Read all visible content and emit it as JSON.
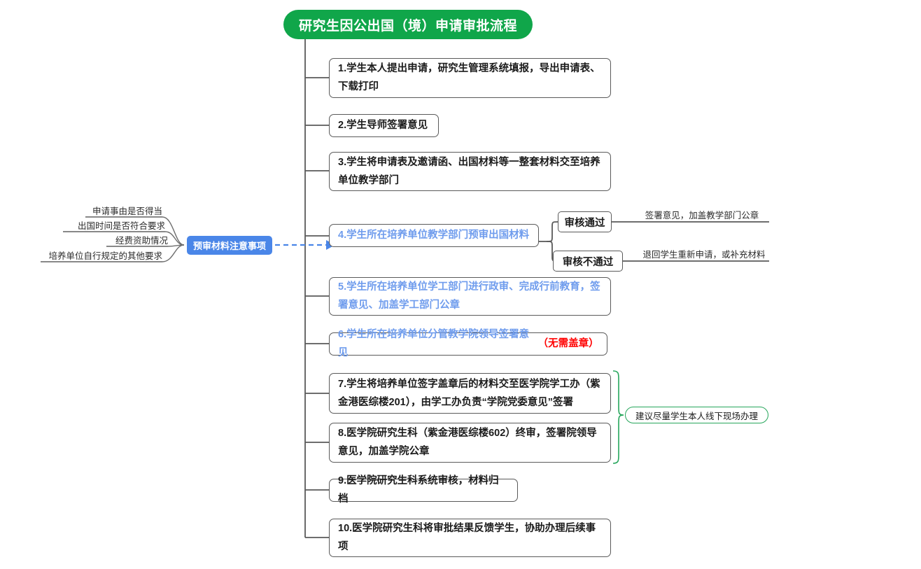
{
  "diagram": {
    "title": "研究生因公出国（境）申请审批流程",
    "title_color": "#10a64a",
    "accent_blue": "#4a86e8",
    "blue_text": "#6f9ced",
    "red_text": "#ff0000",
    "green_accent": "#26a65b",
    "line_color": "#5a5a5a"
  },
  "steps": [
    {
      "id": "step-1",
      "text": "1.学生本人提出申请，研究生管理系统填报，导出申请表、下载打印",
      "style": "plain"
    },
    {
      "id": "step-2",
      "text": "2.学生导师签署意见",
      "style": "plain"
    },
    {
      "id": "step-3",
      "text": "3.学生将申请表及邀请函、出国材料等一整套材料交至培养单位教学部门",
      "style": "plain"
    },
    {
      "id": "step-4",
      "text": "4.学生所在培养单位教学部门预审出国材料",
      "style": "blue"
    },
    {
      "id": "step-5",
      "text": "5.学生所在培养单位学工部门进行政审、完成行前教育，签署意见、加盖学工部门公章",
      "style": "blue"
    },
    {
      "id": "step-6",
      "text": "6.学生所在培养单位分管教学院领导签署意见",
      "suffix": "（无需盖章）",
      "style": "blue-with-red"
    },
    {
      "id": "step-7",
      "text": "7.学生将培养单位签字盖章后的材料交至医学院学工办（紫金港医综楼201），由学工办负责“学院党委意见”签署",
      "style": "plain"
    },
    {
      "id": "step-8",
      "text": "8.医学院研究生科（紫金港医综楼602）终审，签署院领导意见，加盖学院公章",
      "style": "plain"
    },
    {
      "id": "step-9",
      "text": "9.医学院研究生科系统审核，材料归档",
      "style": "plain"
    },
    {
      "id": "step-10",
      "text": "10.医学院研究生科将审批结果反馈学生，协助办理后续事项",
      "style": "plain"
    }
  ],
  "decisions": [
    {
      "id": "decision-pass",
      "label": "审核通过",
      "outcome": "签署意见，加盖教学部门公章"
    },
    {
      "id": "decision-fail",
      "label": "审核不通过",
      "outcome": "退回学生重新申请，或补充材料"
    }
  ],
  "note": {
    "box_label": "预审材料注意事项",
    "items": [
      "申请事由是否得当",
      "出国时间是否符合要求",
      "经费资助情况",
      "培养单位自行规定的其他要求"
    ]
  },
  "advice": {
    "label": "建议尽量学生本人线下现场办理"
  }
}
